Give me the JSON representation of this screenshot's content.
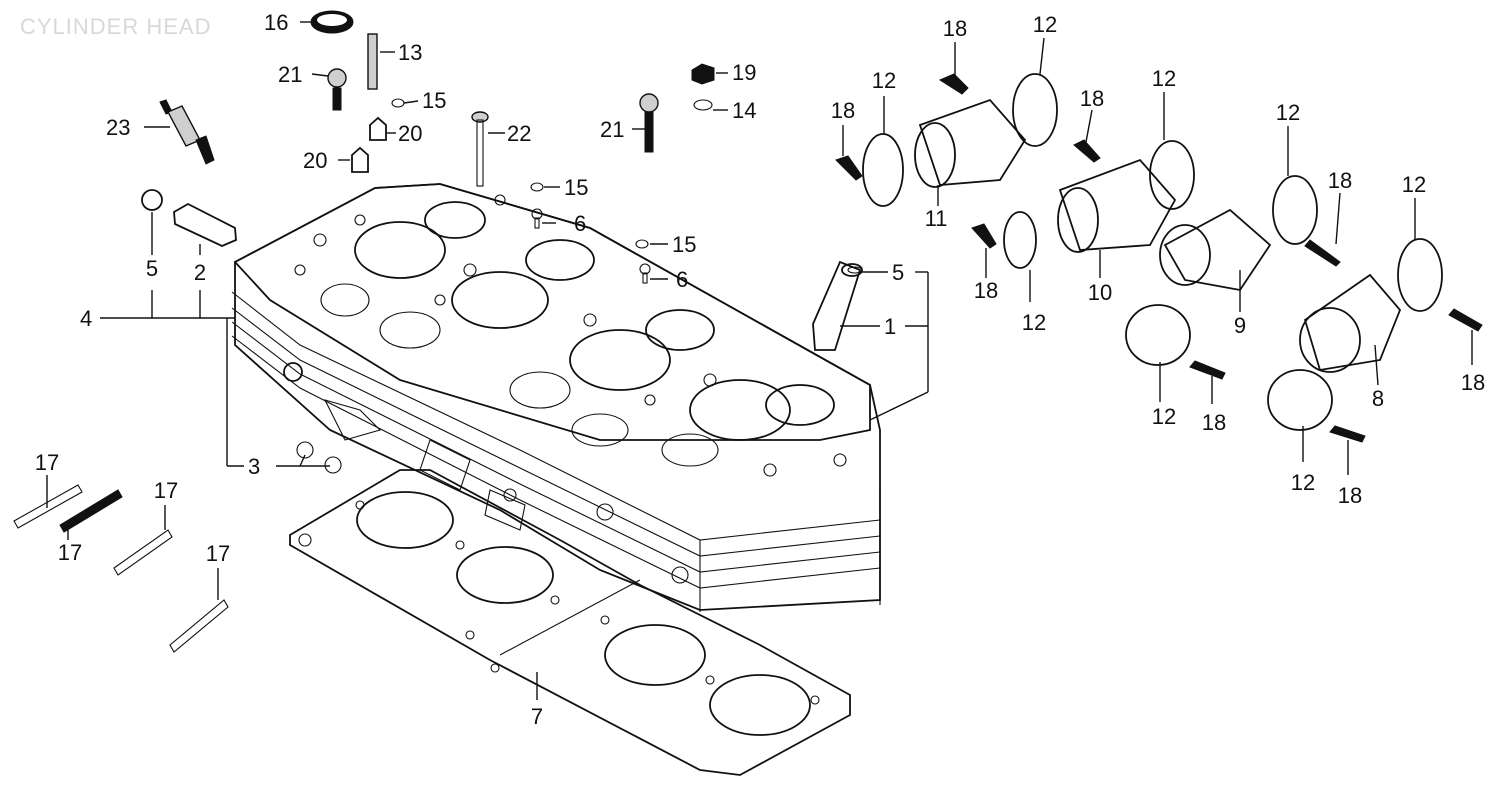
{
  "title": "CYLINDER HEAD",
  "labels": {
    "l1": "1",
    "l2": "2",
    "l3": "3",
    "l4": "4",
    "l5a": "5",
    "l5b": "5",
    "l6a": "6",
    "l6b": "6",
    "l7": "7",
    "l8": "8",
    "l9": "9",
    "l10": "10",
    "l11": "11",
    "l12a": "12",
    "l12b": "12",
    "l12c": "12",
    "l12d": "12",
    "l12e": "12",
    "l12f": "12",
    "l12g": "12",
    "l12h": "12",
    "l13": "13",
    "l14": "14",
    "l15a": "15",
    "l15b": "15",
    "l15c": "15",
    "l16": "16",
    "l17a": "17",
    "l17b": "17",
    "l17c": "17",
    "l17d": "17",
    "l18a": "18",
    "l18b": "18",
    "l18c": "18",
    "l18d": "18",
    "l18e": "18",
    "l18f": "18",
    "l18g": "18",
    "l19": "19",
    "l20a": "20",
    "l20b": "20",
    "l21a": "21",
    "l21b": "21",
    "l22": "22",
    "l23": "23"
  }
}
